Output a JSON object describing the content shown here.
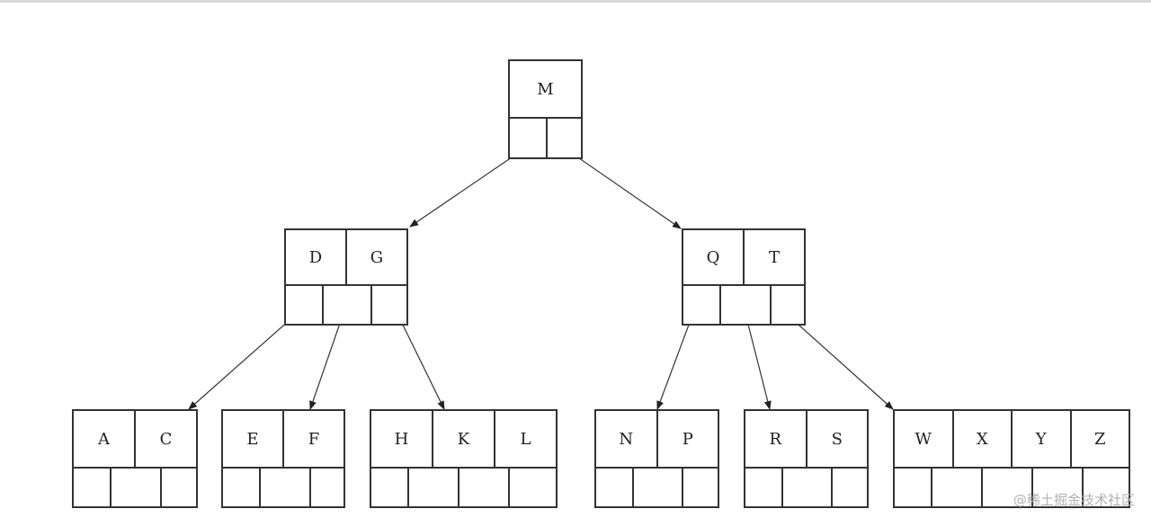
{
  "diagram": {
    "type": "b-tree",
    "nodes": [
      {
        "id": "root",
        "keys": [
          "M"
        ]
      },
      {
        "id": "n-dg",
        "keys": [
          "D",
          "G"
        ]
      },
      {
        "id": "n-qt",
        "keys": [
          "Q",
          "T"
        ]
      },
      {
        "id": "n-ac",
        "keys": [
          "A",
          "C"
        ]
      },
      {
        "id": "n-ef",
        "keys": [
          "E",
          "F"
        ]
      },
      {
        "id": "n-hkl",
        "keys": [
          "H",
          "K",
          "L"
        ]
      },
      {
        "id": "n-np",
        "keys": [
          "N",
          "P"
        ]
      },
      {
        "id": "n-rs",
        "keys": [
          "R",
          "S"
        ]
      },
      {
        "id": "n-wxyz",
        "keys": [
          "W",
          "X",
          "Y",
          "Z"
        ]
      }
    ],
    "edges": [
      {
        "from": "root",
        "to": "n-dg"
      },
      {
        "from": "root",
        "to": "n-qt"
      },
      {
        "from": "n-dg",
        "to": "n-ac"
      },
      {
        "from": "n-dg",
        "to": "n-ef"
      },
      {
        "from": "n-dg",
        "to": "n-hkl"
      },
      {
        "from": "n-qt",
        "to": "n-np"
      },
      {
        "from": "n-qt",
        "to": "n-rs"
      },
      {
        "from": "n-qt",
        "to": "n-wxyz"
      }
    ]
  },
  "watermark": "@稀土掘金技术社区"
}
